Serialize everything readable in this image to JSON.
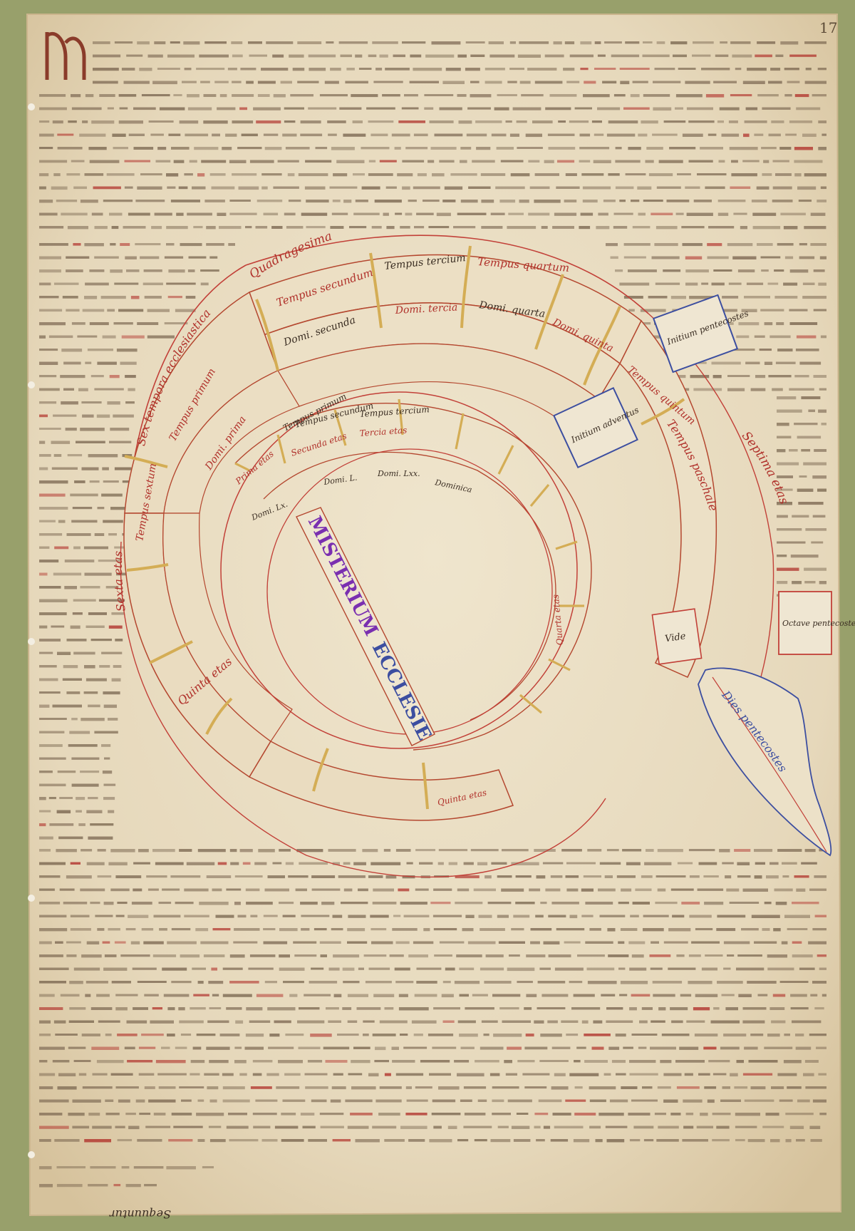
{
  "page": {
    "folio": "17",
    "colors": {
      "mount": "#98a06b",
      "parchment": "#e9ddc3",
      "ink": "#5b4a36",
      "rubric": "#b0302a",
      "gold": "#d4ad55",
      "blue": "#3c4ea0"
    }
  },
  "diagram": {
    "title_part_1": "MISTERIUM",
    "title_part_2": "ECCLESIE",
    "outer_band_labels": [
      "Quadragesima",
      "Sex tempora ecclesiastica",
      "Sexta etas",
      "Quinta etas",
      "Septima etas",
      "Tempus paschale"
    ],
    "outer_ring_cells": [
      "Tempus secundum",
      "Tempus tercium",
      "Tempus quartum",
      "Tempus quintum",
      "Tempus sextum",
      "Tempus primum"
    ],
    "middle_ring_cells": [
      "Domi. prima",
      "Domi. secunda",
      "Domi. tercia",
      "Domi. quarta",
      "Domi. quinta"
    ],
    "inner_ring_cells": [
      "Tempus primum",
      "Tempus secundum",
      "Tempus tercium",
      "Prima etas",
      "Secunda etas",
      "Tercia etas",
      "Quarta etas",
      "Quinta etas"
    ],
    "inner_sub_cells": [
      "Domi. Lx.",
      "Domi. L.",
      "Domi. Lxx.",
      "Dominica"
    ],
    "boxes": [
      "Initium pentecostes",
      "Initium adventus",
      "Octave pentecostes"
    ],
    "tail_label": "Dies pentecostes",
    "side_note": "Vide"
  },
  "footer_note": "Sequuntur"
}
